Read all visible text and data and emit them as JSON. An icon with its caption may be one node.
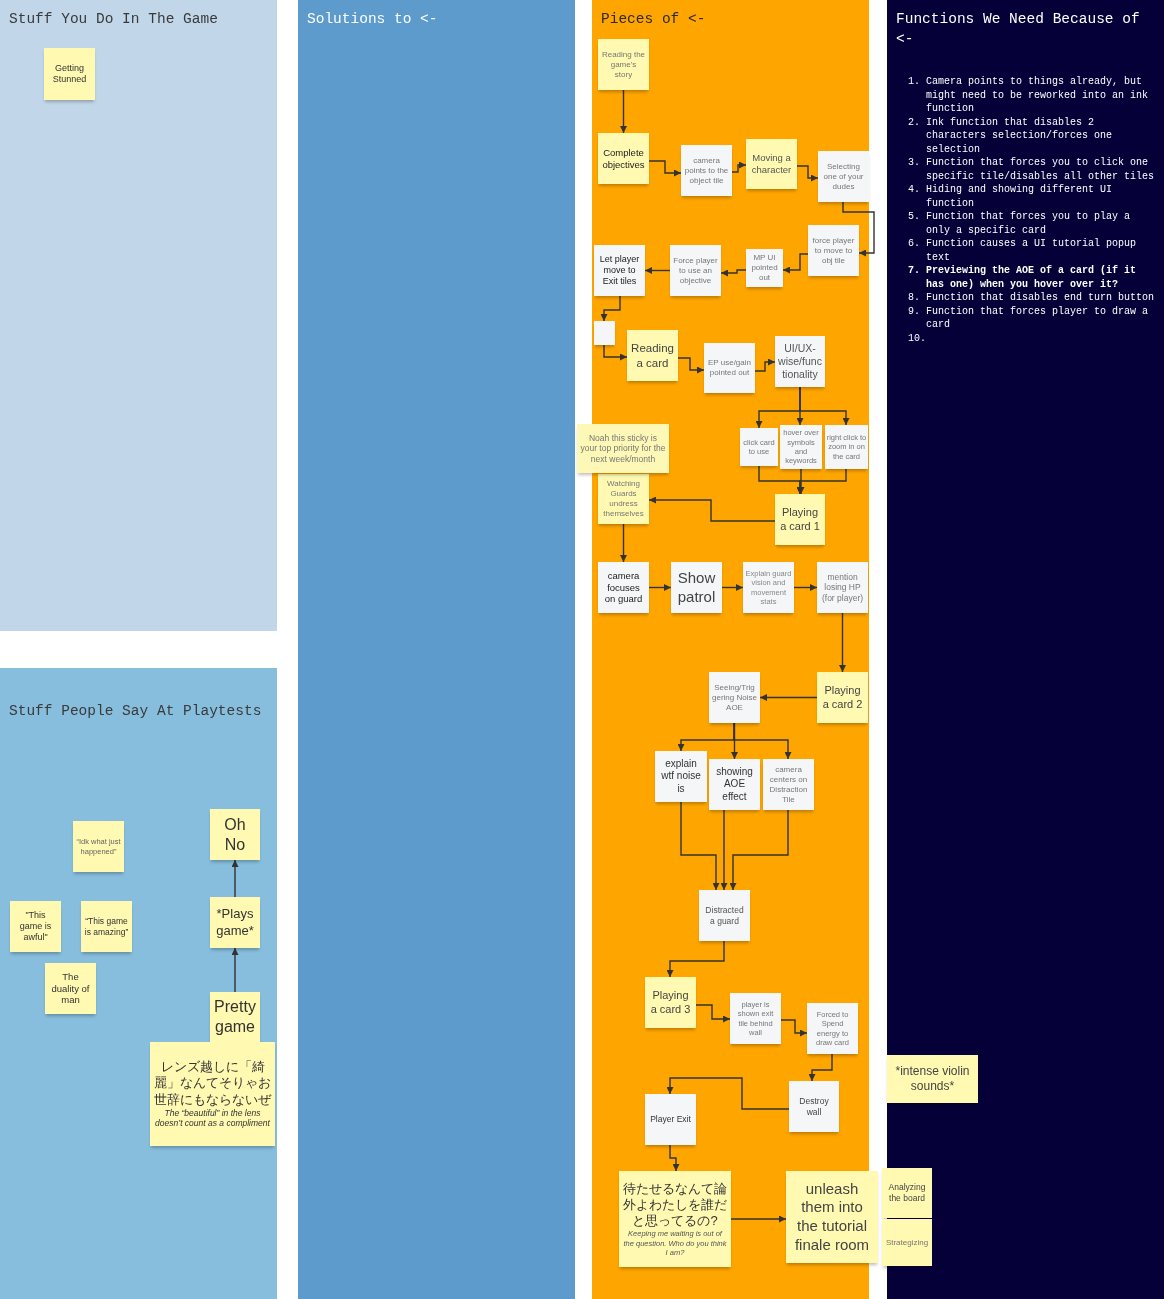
{
  "diagram": {
    "nodes": [
      {
        "text": [
          "Stuff You Do In The Game"
        ]
      },
      {
        "text": [
          "Getting Stunned"
        ],
        "in": 0
      },
      {
        "text": [
          "Stuff People Say At Playtests"
        ]
      },
      {
        "text": [
          "Oh No"
        ],
        "in": 2
      },
      {
        "text": [
          "“Idk what just happened”"
        ],
        "in": 2
      },
      {
        "text": [
          "\"This game is awful\""
        ],
        "in": 2
      },
      {
        "text": [
          "“This game is amazing”"
        ],
        "in": 2
      },
      {
        "text": [
          "*Plays game*"
        ],
        "in": 2
      },
      {
        "text": [
          "The duality of man"
        ],
        "in": 2
      },
      {
        "text": [
          "Pretty game"
        ],
        "in": 2
      },
      {
        "text": [
          "レンズ越しに「綺麗」なんてそりゃお世辞にもならないぜ",
          "The “beautiful” in the lens doesn’t count as a compliment"
        ],
        "in": 2
      },
      {
        "text": [
          "Solutions to <-"
        ]
      },
      {
        "text": [
          "Pieces of <-"
        ]
      },
      {
        "text": [
          "Reading the game's story"
        ],
        "in": 12
      },
      {
        "text": [
          "Complete objectives"
        ],
        "in": 12
      },
      {
        "text": [
          "camera points to the object tile"
        ],
        "in": 12
      },
      {
        "text": [
          "Moving a character"
        ],
        "in": 12
      },
      {
        "text": [
          "Selecting one of your dudes"
        ],
        "in": 12
      },
      {
        "text": [
          "force player to move to obj tile"
        ],
        "in": 12
      },
      {
        "text": [
          "MP UI pointed out"
        ],
        "in": 12
      },
      {
        "text": [
          "Force player to use an objective"
        ],
        "in": 12
      },
      {
        "text": [
          "Let player move to Exit tiles"
        ],
        "in": 12
      },
      {
        "text": [],
        "shape": "box",
        "in": 12
      },
      {
        "text": [
          "Reading a card"
        ],
        "in": 12
      },
      {
        "text": [
          "EP use/gain pointed out"
        ],
        "in": 12
      },
      {
        "text": [
          "UI/UX-wise/functionality"
        ],
        "in": 12
      },
      {
        "text": [
          "click card to use"
        ],
        "in": 12
      },
      {
        "text": [
          "hover over symbols and keywords"
        ],
        "in": 12
      },
      {
        "text": [
          "right click to zoom in on the card"
        ],
        "in": 12
      },
      {
        "text": [
          "Noah this sticky is your top priority for the next week/month"
        ]
      },
      {
        "text": [
          "Watching Guards undress themselves"
        ],
        "in": 12
      },
      {
        "text": [
          "Playing a card 1"
        ],
        "in": 12
      },
      {
        "text": [
          "camera focuses on guard"
        ],
        "in": 12
      },
      {
        "text": [
          "Show patrol"
        ],
        "in": 12
      },
      {
        "text": [
          "Explain guard vision and movement stats"
        ],
        "in": 12
      },
      {
        "text": [
          "mention losing HP (for player)"
        ],
        "in": 12
      },
      {
        "text": [
          "Seeing/Triggering Noise AOE"
        ],
        "in": 12
      },
      {
        "text": [
          "Playing a card 2"
        ],
        "in": 12
      },
      {
        "text": [
          "explain wtf noise is"
        ],
        "in": 12
      },
      {
        "text": [
          "showing AOE effect"
        ],
        "in": 12
      },
      {
        "text": [
          "camera centers on Distraction Tile"
        ],
        "in": 12
      },
      {
        "text": [
          "Distracted a guard"
        ],
        "in": 12
      },
      {
        "text": [
          "Playing a card 3"
        ],
        "in": 12
      },
      {
        "text": [
          "player is shown exit tile behind wall"
        ],
        "in": 12
      },
      {
        "text": [
          "Forced to Spend energy to draw card"
        ],
        "in": 12
      },
      {
        "text": [
          "Player Exit"
        ],
        "in": 12
      },
      {
        "text": [
          "Destroy wall"
        ],
        "in": 12
      },
      {
        "text": [
          "待たせるなんて論外よわたしを誰だと思ってるの?",
          "Keeping me waiting is out of the question. Who do you think I am?"
        ],
        "in": 12
      },
      {
        "text": [
          "unleash them into the tutorial finale room"
        ]
      },
      {
        "text": [
          "Functions We Need Because of <-",
          "1. Camera points to things already, but might need to be reworked into an ink function",
          "2. Ink function that disables 2 characters selection/forces one selection",
          "3. Function that forces you to click one specific tile/disables all other tiles",
          "4. Hiding and showing different UI function",
          "5. Function that forces you to play a only a specific card",
          "6. Function causes a UI tutorial popup text",
          "7. Previewing the AOE of a card (if it has one) when you hover over it?",
          "8. Function that disables end turn button",
          "9. Function that forces player to draw a card",
          "10."
        ]
      },
      {
        "text": [
          "*intense violin sounds*"
        ],
        "in": 49
      },
      {
        "text": [
          "Analyzing the board"
        ]
      },
      {
        "text": [
          "Strategizing"
        ]
      }
    ],
    "edges": [
      {
        "from": 9,
        "to": 7,
        "arrow": "to"
      },
      {
        "from": 7,
        "to": 3,
        "arrow": "to"
      },
      {
        "from": 13,
        "to": 14,
        "arrow": "to"
      },
      {
        "from": 14,
        "to": 15,
        "arrow": "to"
      },
      {
        "from": 15,
        "to": 16,
        "arrow": "to"
      },
      {
        "from": 16,
        "to": 17,
        "arrow": "to"
      },
      {
        "from": 17,
        "to": 18,
        "arrow": "to"
      },
      {
        "from": 18,
        "to": 19,
        "arrow": "to"
      },
      {
        "from": 19,
        "to": 20,
        "arrow": "to"
      },
      {
        "from": 20,
        "to": 21,
        "arrow": "to"
      },
      {
        "from": 21,
        "to": 22,
        "arrow": "to"
      },
      {
        "from": 22,
        "to": 23,
        "arrow": "to"
      },
      {
        "from": 23,
        "to": 24,
        "arrow": "to"
      },
      {
        "from": 24,
        "to": 25,
        "arrow": "to"
      },
      {
        "from": 25,
        "to": 26,
        "arrow": "to"
      },
      {
        "from": 25,
        "to": 27,
        "arrow": "to"
      },
      {
        "from": 25,
        "to": 28,
        "arrow": "to"
      },
      {
        "from": 26,
        "to": 31,
        "arrow": "to"
      },
      {
        "from": 27,
        "to": 31,
        "arrow": "to"
      },
      {
        "from": 28,
        "to": 31,
        "arrow": "to"
      },
      {
        "from": 31,
        "to": 30,
        "arrow": "to"
      },
      {
        "from": 30,
        "to": 32,
        "arrow": "to"
      },
      {
        "from": 32,
        "to": 33,
        "arrow": "to"
      },
      {
        "from": 33,
        "to": 34,
        "arrow": "to"
      },
      {
        "from": 34,
        "to": 35,
        "arrow": "to"
      },
      {
        "from": 35,
        "to": 37,
        "arrow": "to"
      },
      {
        "from": 37,
        "to": 36,
        "arrow": "to"
      },
      {
        "from": 36,
        "to": 38,
        "arrow": "to"
      },
      {
        "from": 36,
        "to": 39,
        "arrow": "to"
      },
      {
        "from": 36,
        "to": 40,
        "arrow": "to"
      },
      {
        "from": 38,
        "to": 41,
        "arrow": "to"
      },
      {
        "from": 39,
        "to": 41,
        "arrow": "to"
      },
      {
        "from": 40,
        "to": 41,
        "arrow": "to"
      },
      {
        "from": 41,
        "to": 42,
        "arrow": "to"
      },
      {
        "from": 42,
        "to": 43,
        "arrow": "to"
      },
      {
        "from": 43,
        "to": 44,
        "arrow": "to"
      },
      {
        "from": 44,
        "to": 46,
        "arrow": "to"
      },
      {
        "from": 46,
        "to": 45,
        "arrow": "to"
      },
      {
        "from": 45,
        "to": 47,
        "arrow": "to"
      },
      {
        "from": 47,
        "to": 48,
        "arrow": "to"
      }
    ]
  }
}
